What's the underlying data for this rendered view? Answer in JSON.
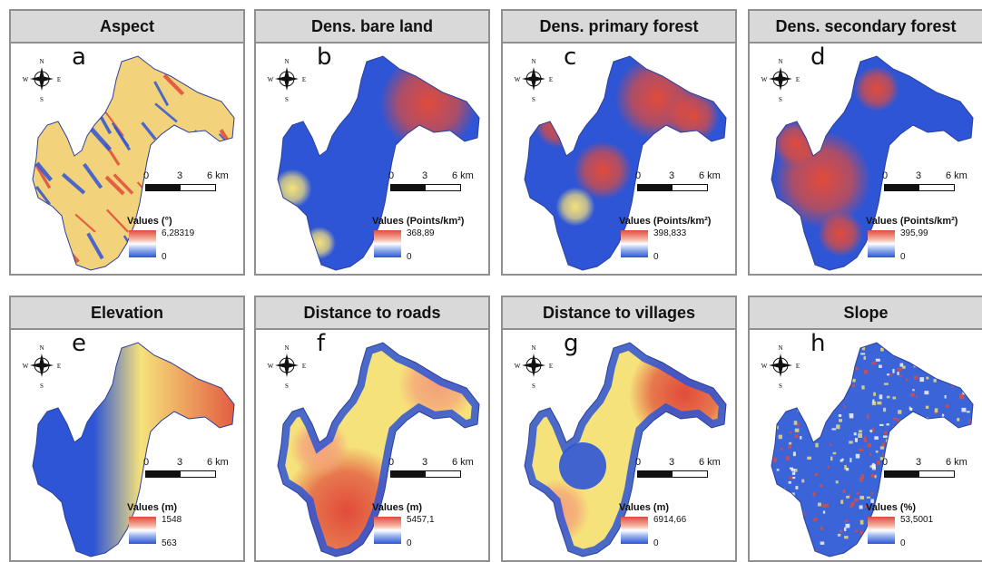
{
  "panels": [
    {
      "title": "Aspect",
      "letter": "a",
      "legend_title": "Values (°)",
      "max": "6,28319",
      "min": "0",
      "style": "stripes"
    },
    {
      "title": "Dens. bare land",
      "letter": "b",
      "legend_title": "Values (Points/km²)",
      "max": "368,89",
      "min": "0",
      "style": "blobs-east"
    },
    {
      "title": "Dens. primary forest",
      "letter": "c",
      "legend_title": "Values (Points/km²)",
      "max": "398,833",
      "min": "0",
      "style": "blobs-many"
    },
    {
      "title": "Dens. secondary forest",
      "letter": "d",
      "legend_title": "Values (Points/km²)",
      "max": "395,99",
      "min": "0",
      "style": "blobs-west"
    },
    {
      "title": "Elevation",
      "letter": "e",
      "legend_title": "Values (m)",
      "max": "1548",
      "min": "563",
      "style": "gradient-east"
    },
    {
      "title": "Distance to roads",
      "letter": "f",
      "legend_title": "Values (m)",
      "max": "5457,1",
      "min": "0",
      "style": "roads"
    },
    {
      "title": "Distance to villages",
      "letter": "g",
      "legend_title": "Values (m)",
      "max": "6914,66",
      "min": "0",
      "style": "villages"
    },
    {
      "title": "Slope",
      "letter": "h",
      "legend_title": "Values (%)",
      "max": "53,5001",
      "min": "0",
      "style": "noise"
    }
  ],
  "compass": {
    "n": "N",
    "s": "S",
    "e": "E",
    "w": "W"
  },
  "scale": {
    "t0": "0",
    "t1": "3",
    "t2": "6 km"
  },
  "colors": {
    "high": "#e14b3b",
    "mid": "#f6e27a",
    "low": "#2d55d6",
    "frame": "#8f8f8f",
    "title_bg": "#d9d9d9"
  }
}
